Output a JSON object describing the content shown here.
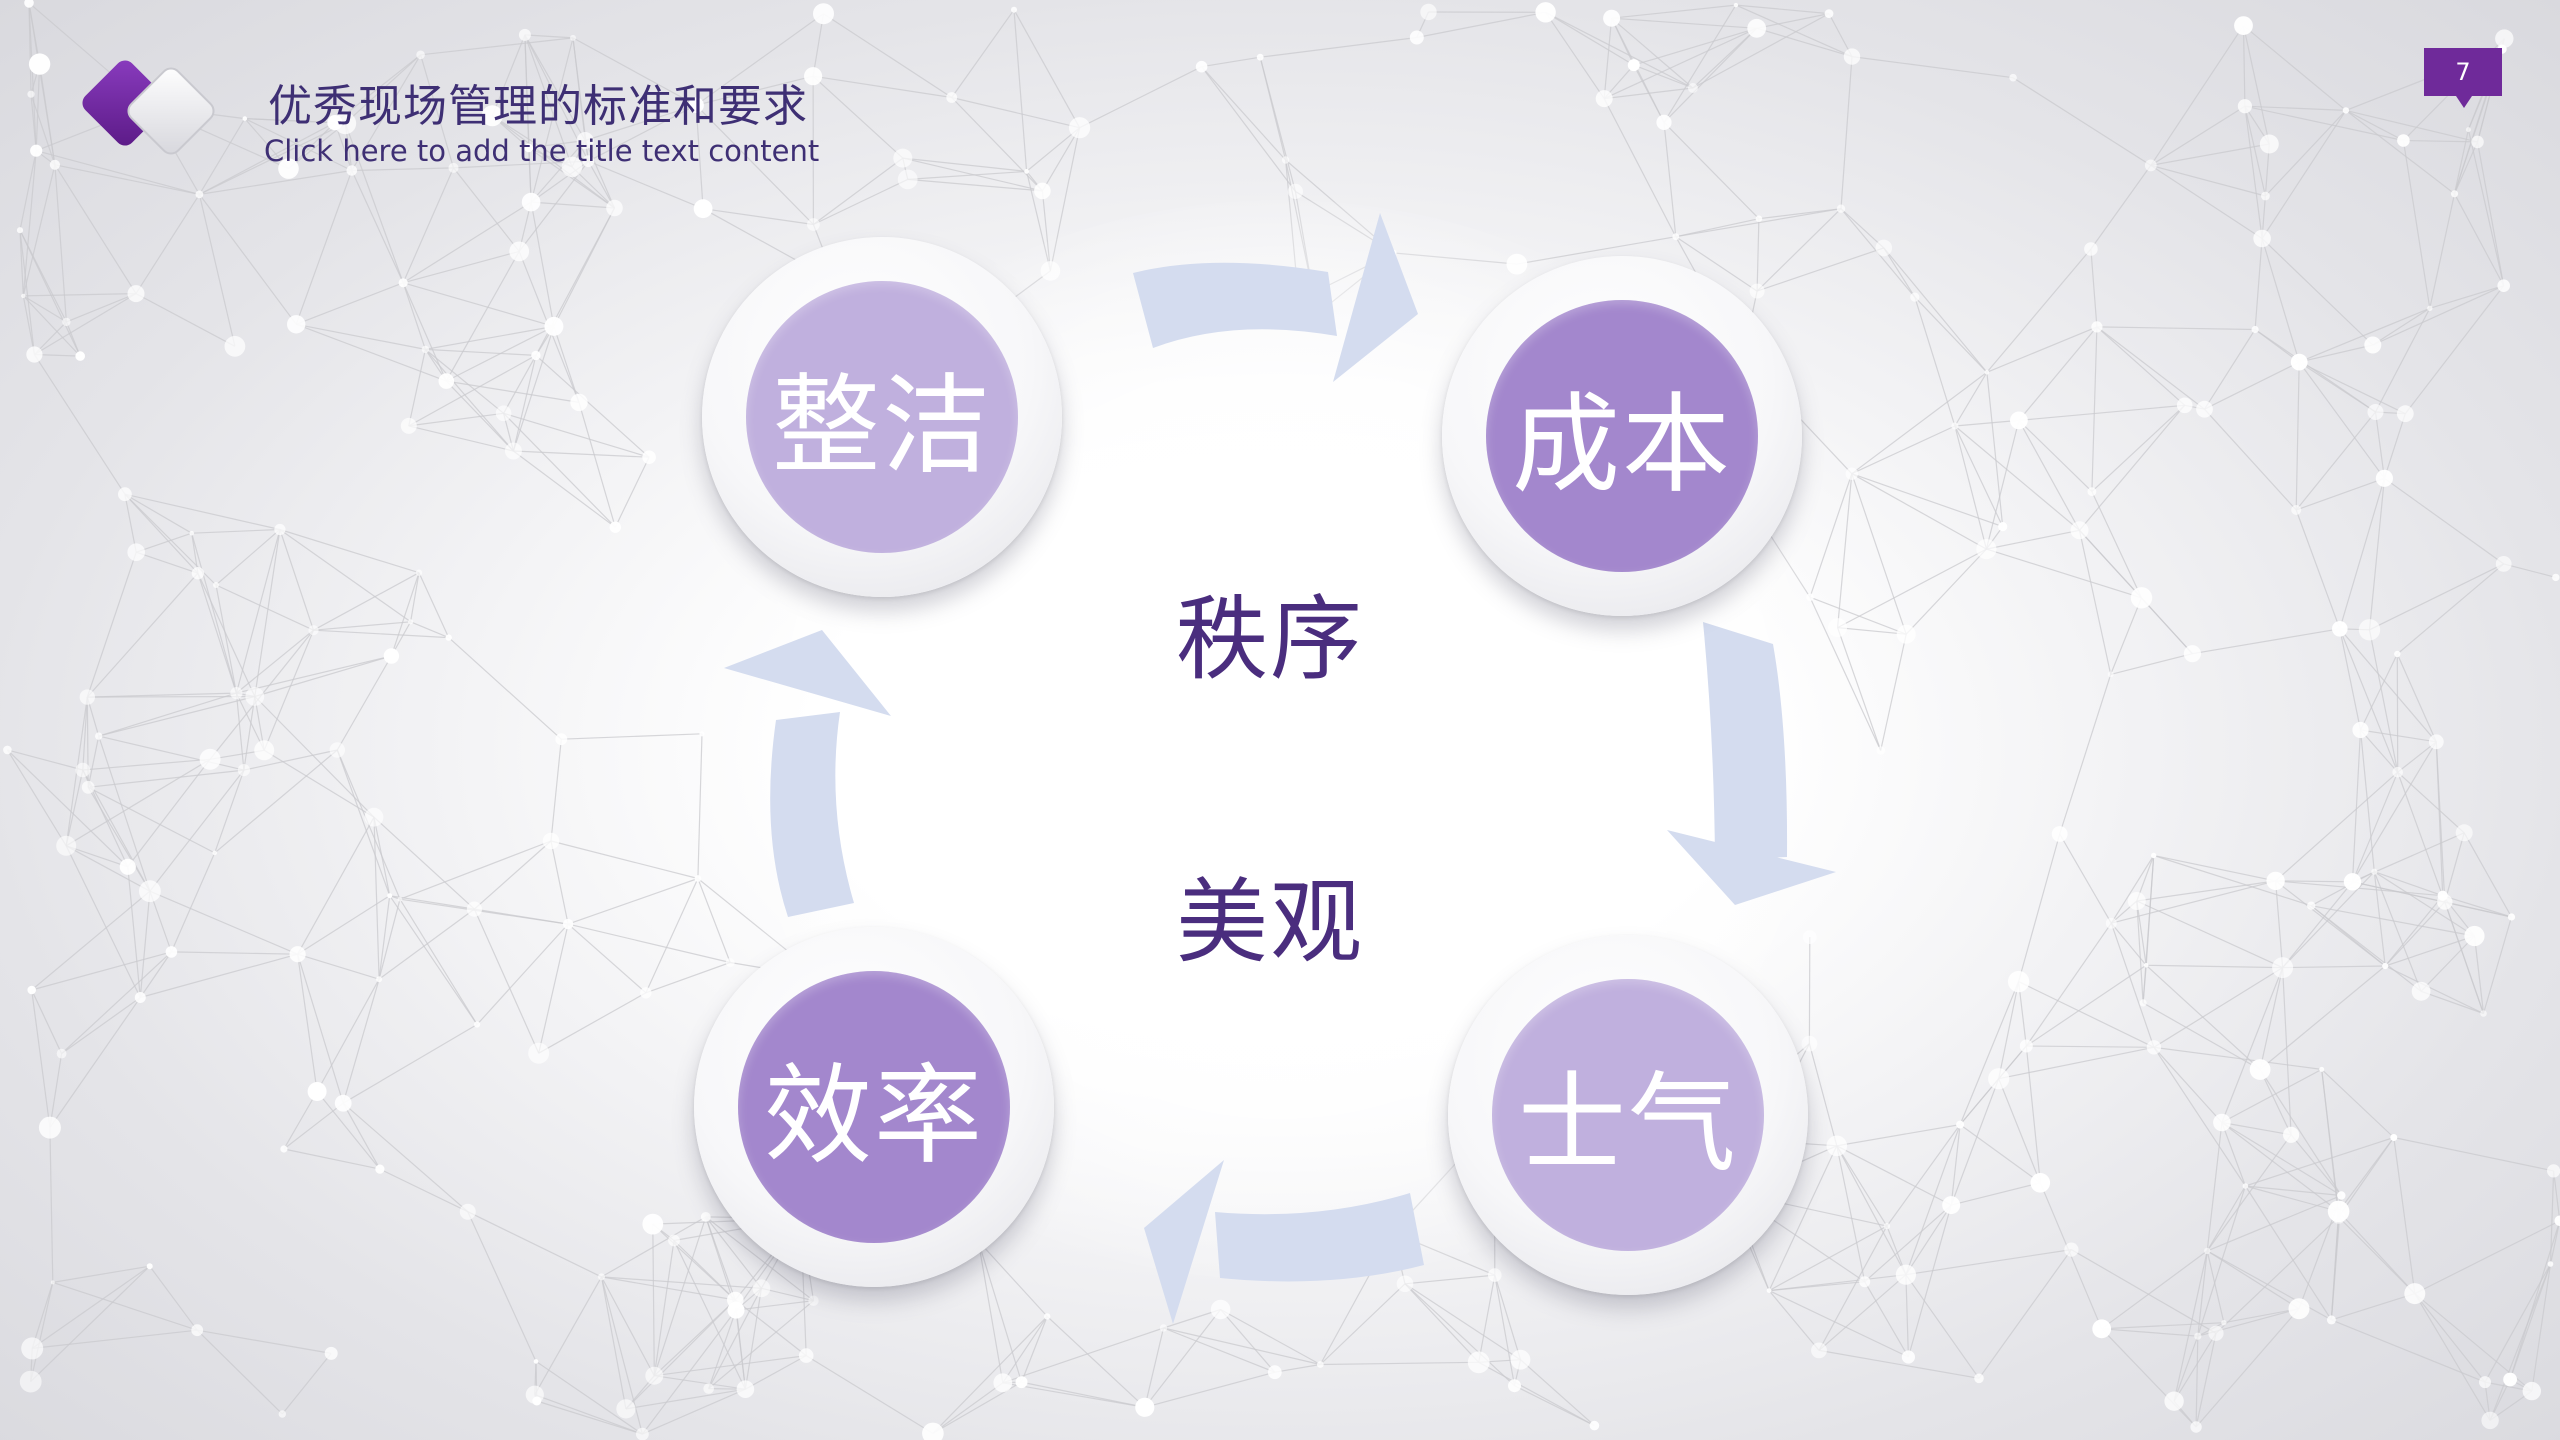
{
  "header": {
    "title": "优秀现场管理的标准和要求",
    "subtitle": "Click here to add the title text content"
  },
  "page_number": "7",
  "cycle": {
    "items": [
      {
        "id": "zhengjie",
        "label": "整洁"
      },
      {
        "id": "chengben",
        "label": "成本"
      },
      {
        "id": "shiqi",
        "label": "士气"
      },
      {
        "id": "xiaolv",
        "label": "效率"
      }
    ],
    "center_top": "秩序",
    "center_bottom": "美观"
  },
  "colors": {
    "accent_purple": "#6f2a9a",
    "title_text": "#3e2f74",
    "circle_light": "#c0b0de",
    "circle_dark": "#a387cd",
    "arrow": "#d4dcef",
    "center_text": "#4a2d7e"
  }
}
